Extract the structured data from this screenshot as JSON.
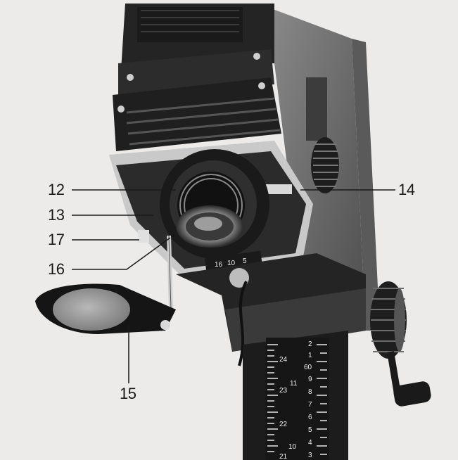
{
  "callouts": {
    "c12": "12",
    "c13": "13",
    "c17": "17",
    "c16": "16",
    "c14": "14",
    "c15": "15"
  },
  "column_scale": {
    "left_ticks": [
      "24",
      "23",
      "22",
      "21"
    ],
    "right_ticks": [
      "2",
      "1",
      "60",
      "9",
      "8",
      "7",
      "6",
      "5",
      "4",
      "3"
    ],
    "side_marks": [
      "11",
      "10"
    ]
  },
  "lens_stage_scale": [
    "16",
    "10",
    "5"
  ],
  "colors": {
    "background": "#ecebea",
    "body_dark": "#1e1e1e",
    "body_mid": "#3a3a3a",
    "body_light": "#6b6b6b",
    "scale_text": "#f2f2f2"
  }
}
